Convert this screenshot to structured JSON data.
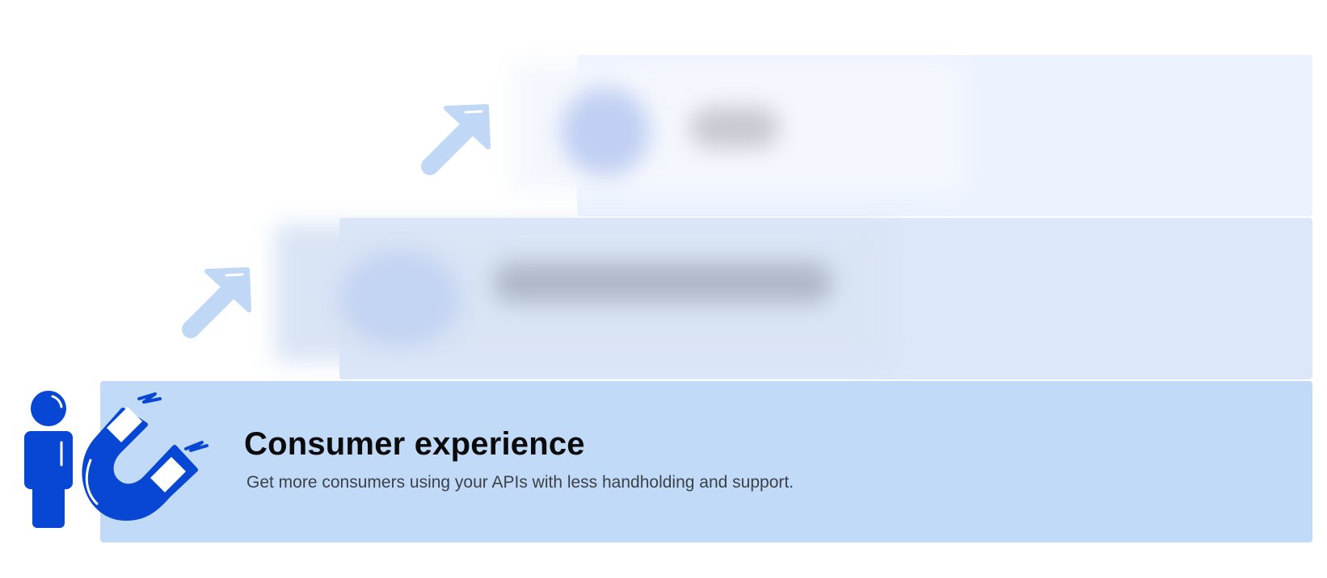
{
  "colors": {
    "tier_top": "#edf3fe",
    "tier_middle": "#dce8f9",
    "tier_bottom": "#c0daf8",
    "arrow": "#c0d7f6",
    "icon_blue": "#0847d3",
    "title": "#0b0b0b",
    "description": "#3c4148"
  },
  "tiers": {
    "top": {
      "state": "blurred"
    },
    "middle": {
      "state": "blurred"
    },
    "bottom": {
      "icon": "person-with-magnet-icon",
      "title": "Consumer experience",
      "description": "Get more consumers using your APIs with less handholding and support."
    }
  },
  "arrows": [
    {
      "icon": "arrow-up-right-icon"
    },
    {
      "icon": "arrow-up-right-icon"
    }
  ]
}
